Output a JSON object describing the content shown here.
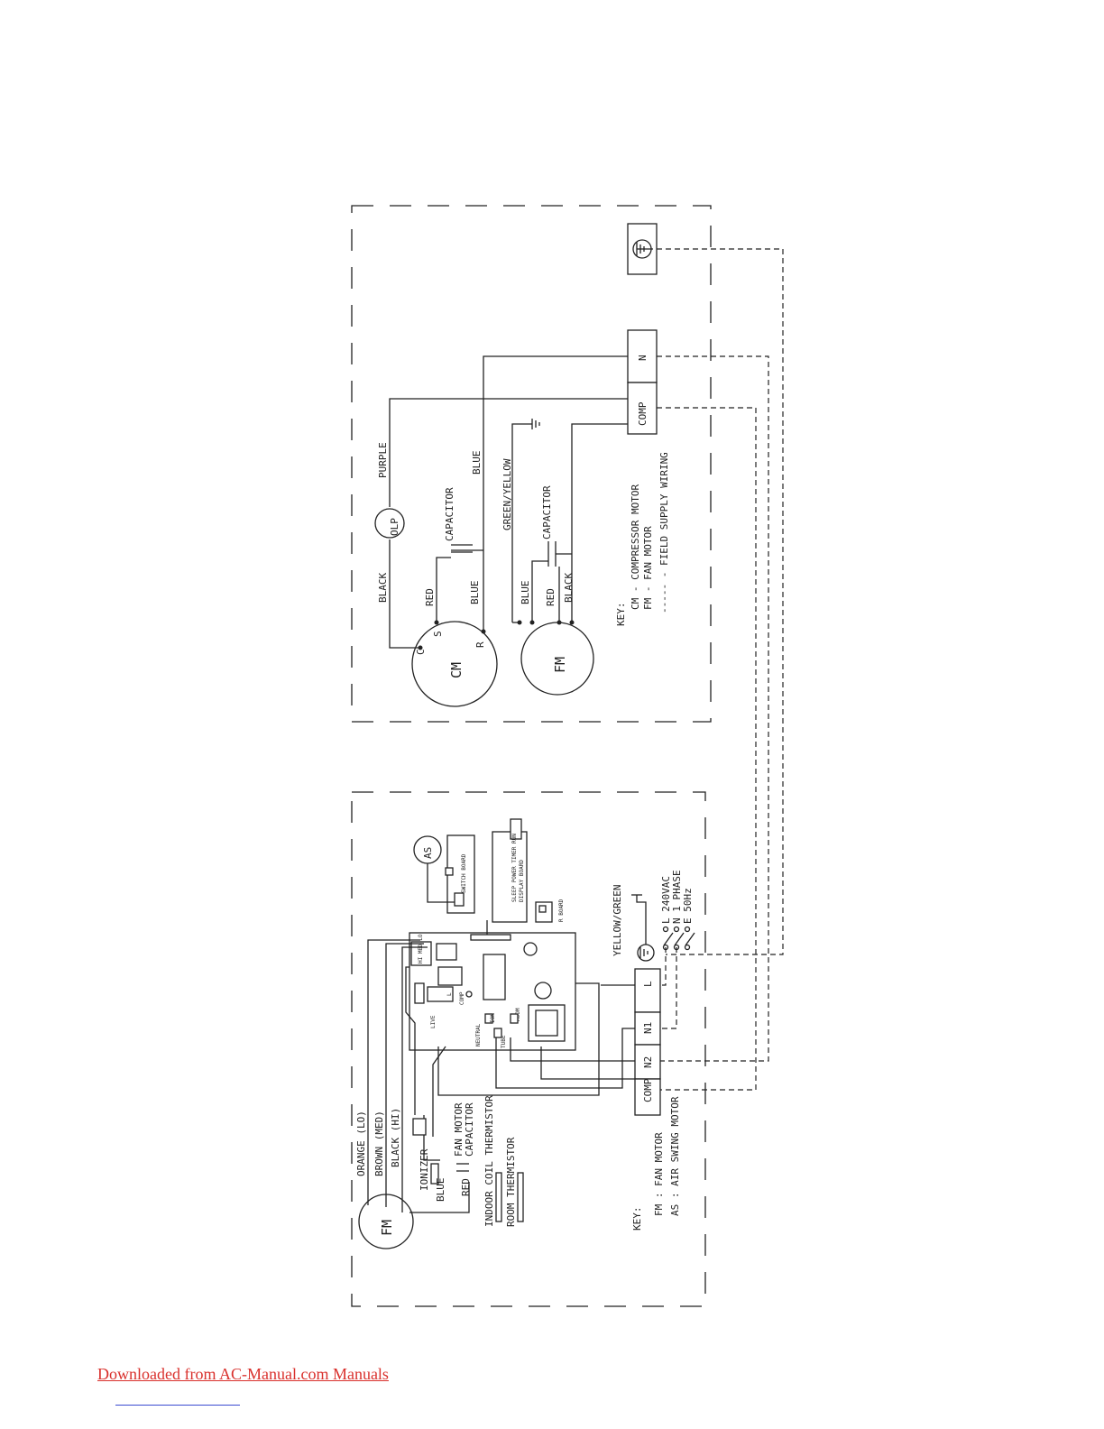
{
  "outdoor": {
    "terminals": {
      "n": "N",
      "comp": "COMP"
    },
    "wires": {
      "purple": "PURPLE",
      "blue": "BLUE",
      "green_yellow": "GREEN/YELLOW",
      "black_cm": "BLACK",
      "red_cm": "RED",
      "blue_cm": "BLUE",
      "blue_fm": "BLUE",
      "red_fm": "RED",
      "black_fm": "BLACK"
    },
    "olp": "OLP",
    "capacitor_cm": "CAPACITOR",
    "capacitor_fm": "CAPACITOR",
    "cm_motor": {
      "label": "CM",
      "c": "C",
      "s": "S",
      "r": "R"
    },
    "fm_motor": {
      "label": "FM"
    },
    "key": {
      "title": "KEY:",
      "line1": "CM - COMPRESSOR MOTOR",
      "line2": "FM - FAN MOTOR",
      "line3": "----- - FIELD SUPPLY WIRING"
    }
  },
  "indoor": {
    "terminals": {
      "l": "L",
      "n1": "N1",
      "n2": "N2",
      "comp": "COMP"
    },
    "yellow_green": "YELLOW/GREEN",
    "supply": {
      "l": "L 240VAC",
      "n": "N 1 PHASE",
      "e": "E 50Hz"
    },
    "as_motor": "AS",
    "switch_board": "SWITCH BOARD",
    "display_board": "DISPLAY BOARD",
    "display_leds": "SLEEP POWER TIMER RUN",
    "r_board": "R BOARD",
    "fm_motor": "FM",
    "wires": {
      "orange": "ORANGE (LO)",
      "brown": "BROWN (MED)",
      "black": "BLACK (HI)",
      "blue": "BLUE",
      "red": "RED"
    },
    "ionizer": "IONIZER",
    "fan_capacitor_1": "FAN MOTOR",
    "fan_capacitor_2": "CAPACITOR",
    "indoor_coil": "INDOOR COIL THERMISTOR",
    "room_thermistor": "ROOM THERMISTOR",
    "board_labels": {
      "hi_med_lo": "HI MED LO",
      "line": "L",
      "comp": "COMP",
      "neutral": "NEUTRAL",
      "live": "LIVE",
      "ion": "ION",
      "room": "ROOM",
      "tube": "TUBE"
    },
    "key": {
      "title": "KEY:",
      "line1": "FM : FAN MOTOR",
      "line2": "AS : AIR SWING MOTOR"
    }
  },
  "footer": {
    "link_text": "Downloaded from AC-Manual.com Manuals"
  }
}
